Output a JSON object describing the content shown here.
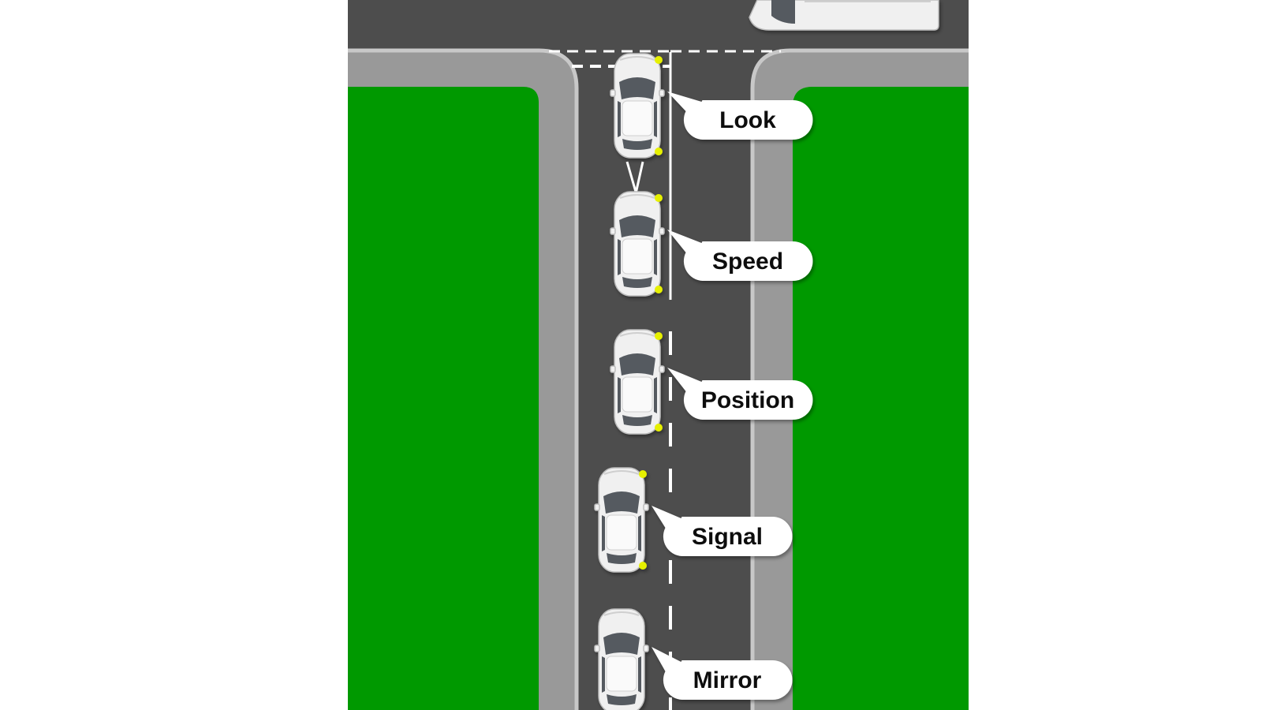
{
  "diagram": {
    "steps": [
      {
        "label": "Look",
        "signal_on": true
      },
      {
        "label": "Speed",
        "signal_on": true
      },
      {
        "label": "Position",
        "signal_on": true
      },
      {
        "label": "Signal",
        "signal_on": true
      },
      {
        "label": "Mirror",
        "signal_on": false
      }
    ]
  },
  "colors": {
    "background": "#ffffff",
    "grass": "#009900",
    "road": "#4d4d4d",
    "pavement": "#999999",
    "kerb": "#c8c8c8",
    "road_marking": "#ffffff",
    "car_body": "#f0f0f0",
    "car_glass": "#555a60",
    "indicator": "#e6f000",
    "bubble_fill": "#ffffff",
    "bubble_text": "#111111"
  },
  "icons": {
    "car": "car-top-view-icon",
    "van": "van-top-view-icon"
  }
}
